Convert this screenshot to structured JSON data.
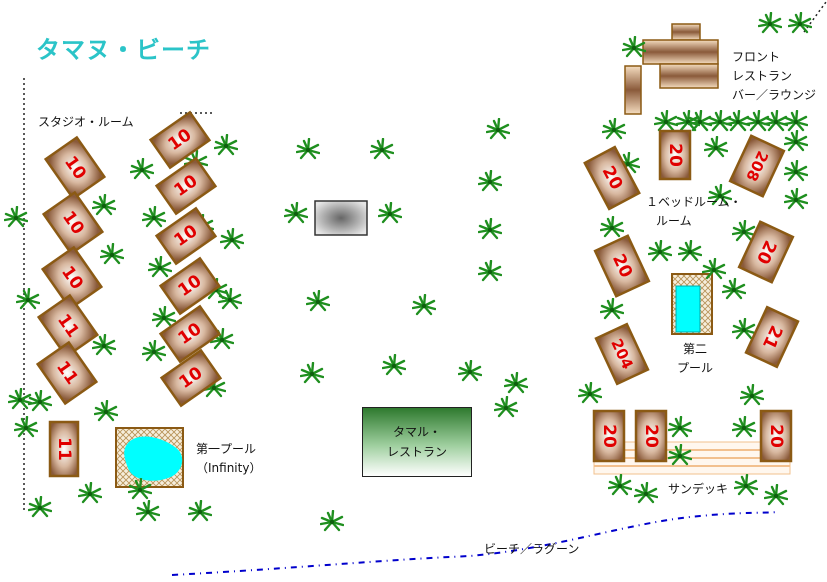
{
  "title": "タマヌ・ビーチ",
  "labels": {
    "studio": "スタジオ・ルーム",
    "front_lines": [
      "フロント",
      "レストラン",
      "バー／ラウンジ"
    ],
    "bedroom_lines": [
      "１ベッドルーム・",
      "ルーム"
    ],
    "pool2_lines": [
      "第二",
      "プール"
    ],
    "pool1_lines": [
      "第一プール",
      "（Infinity）"
    ],
    "restaurant_lines": [
      "タマル・",
      "レストラン"
    ],
    "sundeck": "サンデッキ",
    "beach": "ビーチ／ラグーン"
  },
  "rooms": [
    {
      "id": "s1",
      "num": "10"
    },
    {
      "id": "s2",
      "num": "10"
    },
    {
      "id": "s3",
      "num": "10"
    },
    {
      "id": "s4",
      "num": "11"
    },
    {
      "id": "s5",
      "num": "11"
    },
    {
      "id": "s6",
      "num": "10"
    },
    {
      "id": "s7",
      "num": "10"
    },
    {
      "id": "s8",
      "num": "10"
    },
    {
      "id": "s9",
      "num": "10"
    },
    {
      "id": "s10",
      "num": "10"
    },
    {
      "id": "s11",
      "num": "10"
    },
    {
      "id": "s12",
      "num": "11"
    },
    {
      "id": "b1",
      "num": "20"
    },
    {
      "id": "b2",
      "num": "20"
    },
    {
      "id": "b3",
      "num": "208"
    },
    {
      "id": "b4",
      "num": "20"
    },
    {
      "id": "b5",
      "num": "20"
    },
    {
      "id": "b6",
      "num": "204"
    },
    {
      "id": "b7",
      "num": "21"
    },
    {
      "id": "b8",
      "num": "20"
    },
    {
      "id": "b9",
      "num": "20"
    },
    {
      "id": "b10",
      "num": "20"
    }
  ],
  "colors": {
    "title": "#2bc4c8",
    "room_border": "#8b5a14",
    "room_fill_center": "#ffffff",
    "room_fill_edge": "#8a5a3a",
    "room_number": "#e00000",
    "pool_water": "#00ffff",
    "palm": "#1f8f1f",
    "lagoon_line": "#0000cc",
    "deck": "#f5c99a"
  }
}
